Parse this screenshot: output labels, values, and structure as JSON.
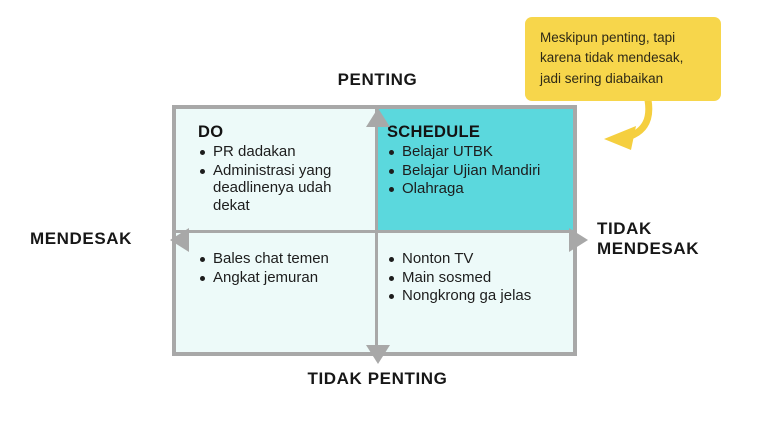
{
  "diagram": {
    "type": "eisenhower-matrix",
    "axes": {
      "top_label": "PENTING",
      "bottom_label": "TIDAK PENTING",
      "left_label": "MENDESAK",
      "right_label": "TIDAK\nMENDESAK"
    },
    "quadrants": [
      {
        "id": "do",
        "title": "DO",
        "position": "top-left",
        "highlighted": false,
        "background_color": "#edfaf9",
        "items": [
          "PR dadakan",
          "Administrasi yang deadlinenya udah dekat"
        ]
      },
      {
        "id": "schedule",
        "title": "SCHEDULE",
        "position": "top-right",
        "highlighted": true,
        "background_color": "#5bd8dd",
        "items": [
          "Belajar UTBK",
          "Belajar Ujian Mandiri",
          "Olahraga"
        ]
      },
      {
        "id": "delegate",
        "title": "",
        "position": "bottom-left",
        "highlighted": false,
        "background_color": "#edfaf9",
        "items": [
          "Bales chat temen",
          "Angkat jemuran"
        ]
      },
      {
        "id": "delete",
        "title": "",
        "position": "bottom-right",
        "highlighted": false,
        "background_color": "#edfaf9",
        "items": [
          "Nonton TV",
          "Main sosmed",
          "Nongkrong ga jelas"
        ]
      }
    ],
    "callout": {
      "text": "Meskipun penting, tapi karena tidak mendesak, jadi sering diabaikan",
      "background_color": "#f7d64b",
      "text_color": "#2f2a16",
      "points_to": "schedule"
    },
    "colors": {
      "frame": "#a8a8a8",
      "arrow": "#a8a8a8",
      "highlight": "#5bd8dd",
      "pale": "#edfaf9",
      "callout": "#f7d64b",
      "curved_arrow": "#f5cf3f",
      "text": "#1d1d1d"
    }
  }
}
